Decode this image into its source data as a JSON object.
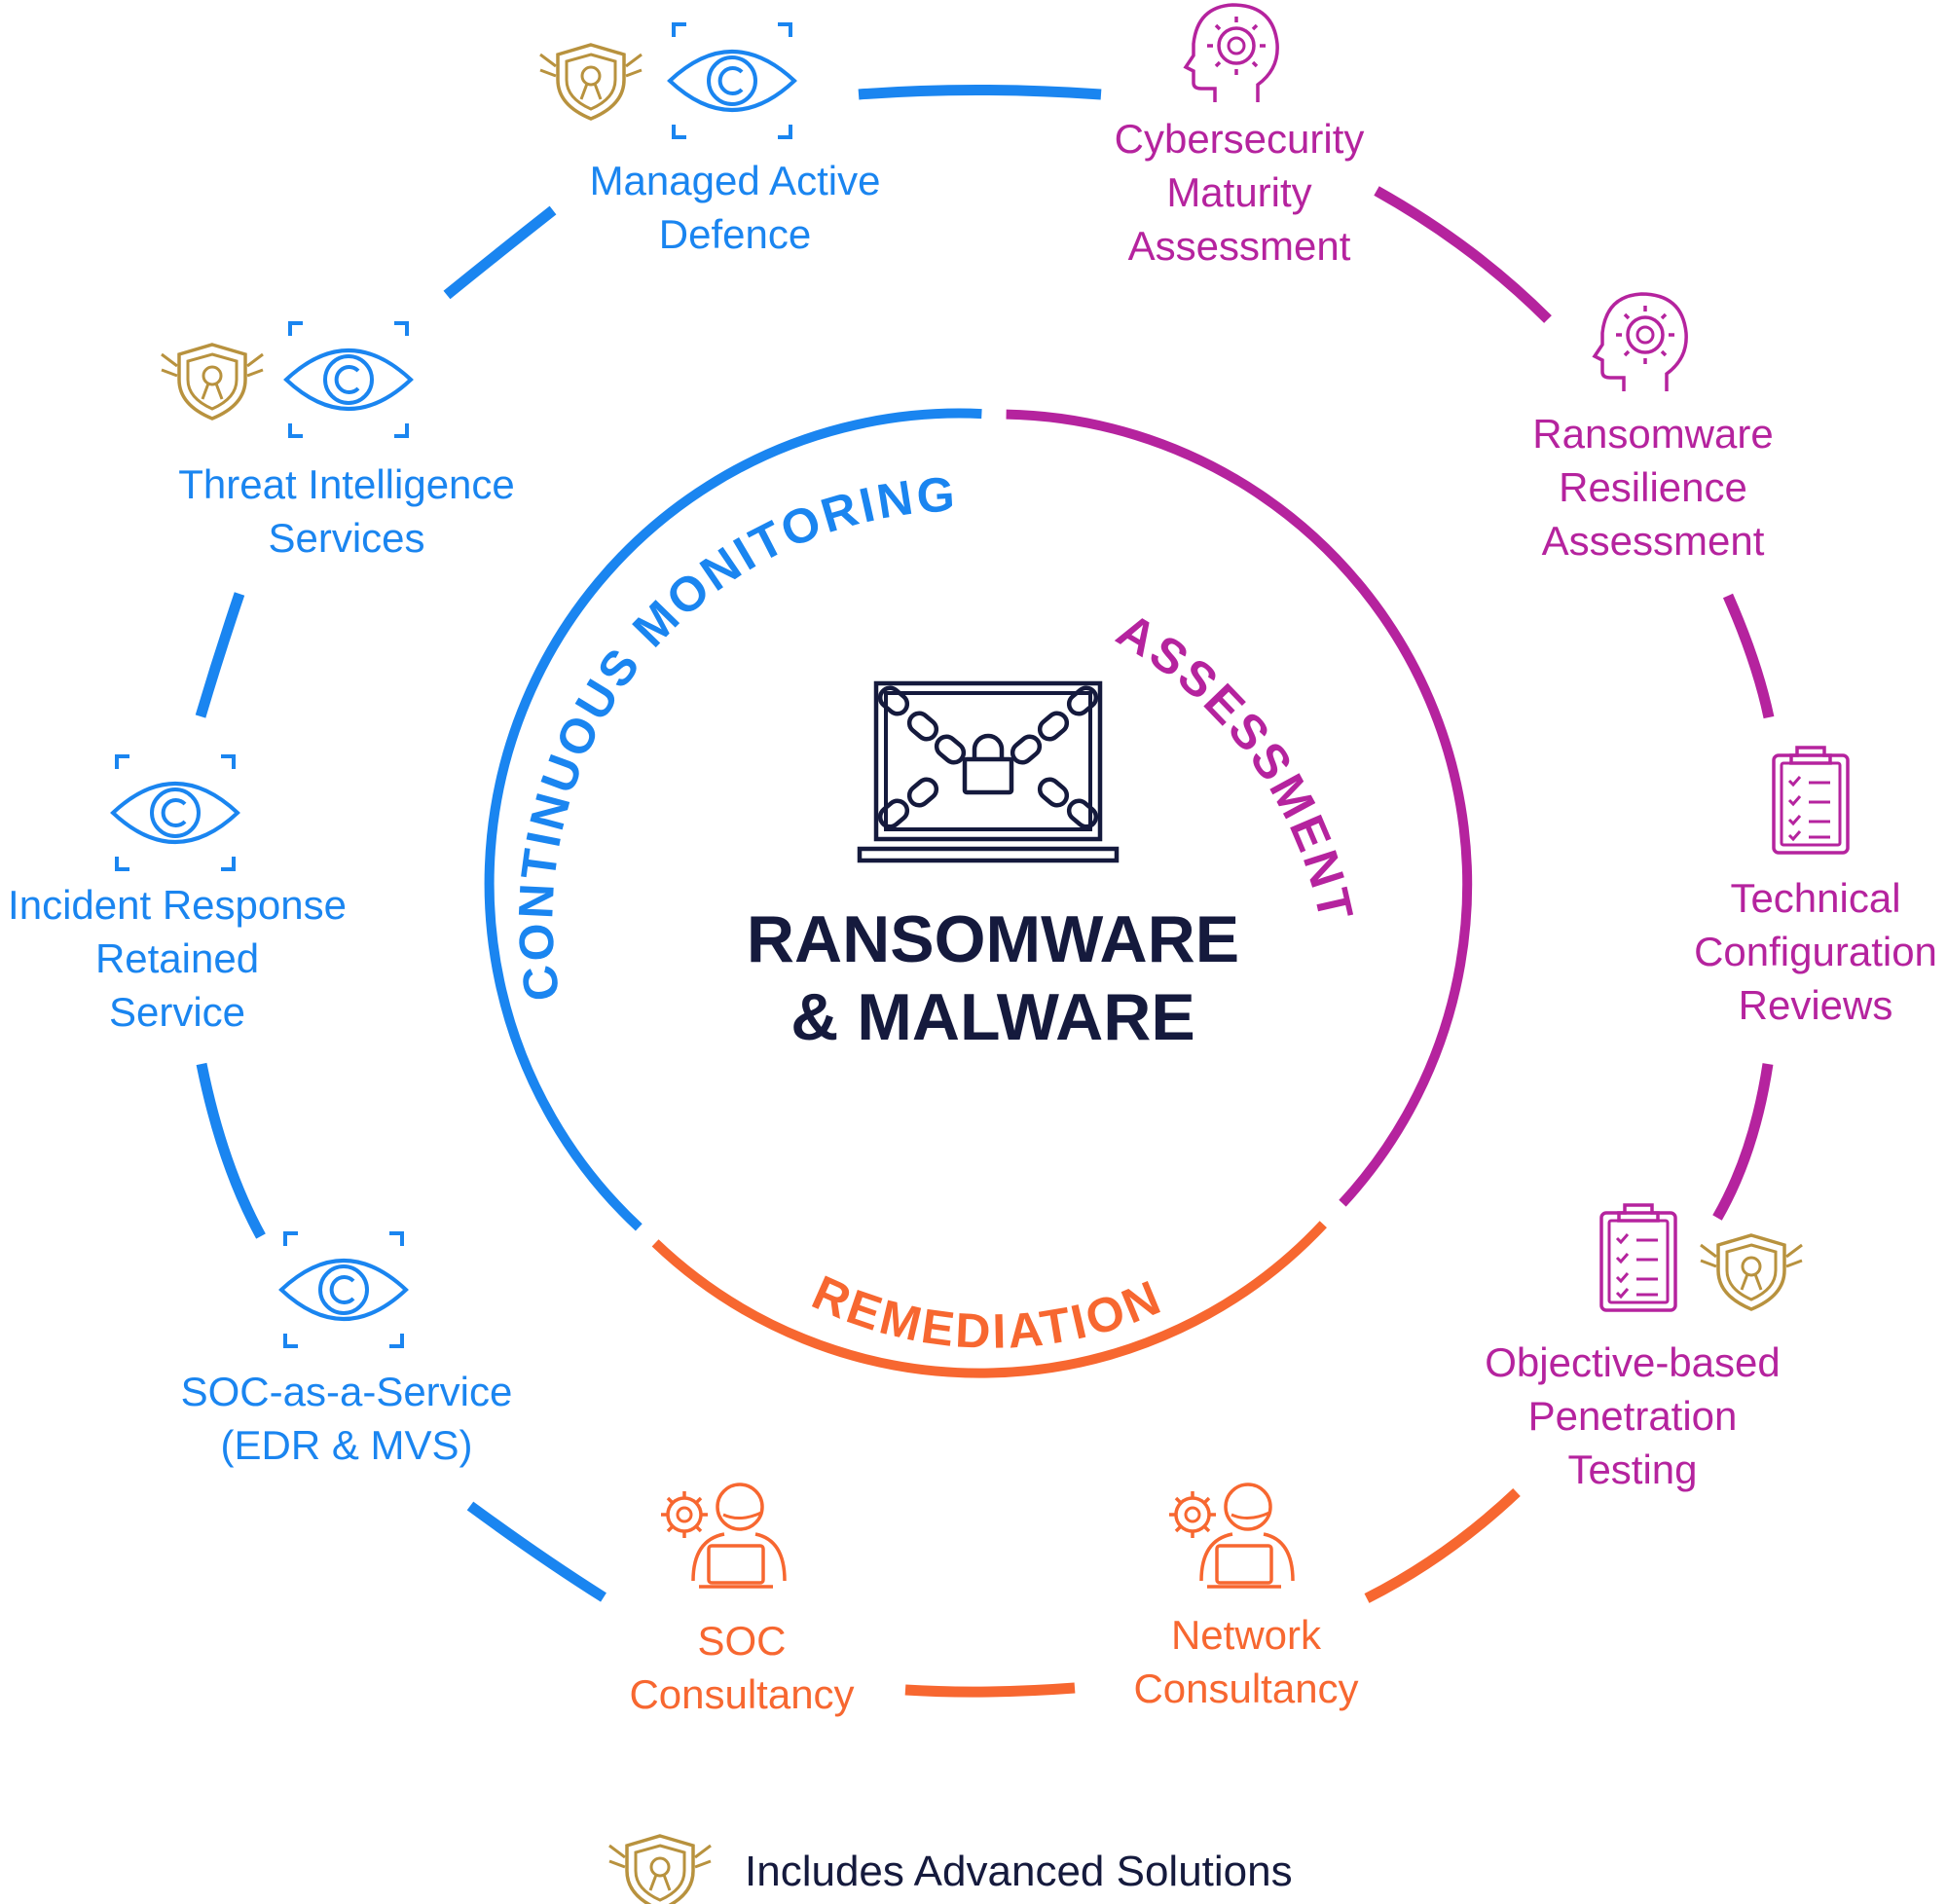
{
  "colors": {
    "blue": "#1a85f0",
    "magenta": "#b5239e",
    "orange": "#f76730",
    "gold": "#b8923e",
    "navy": "#151a3d"
  },
  "center": {
    "icon": "laptop-chained-lock-icon",
    "title_lines": [
      "RANSOMWARE",
      "& MALWARE"
    ]
  },
  "phases": {
    "monitoring": "CONTINUOUS MONITORING",
    "assessment": "ASSESSMENT",
    "remediation": "REMEDIATION"
  },
  "nodes": [
    {
      "id": "managed-active-defence",
      "lines": [
        "Managed Active",
        "Defence"
      ],
      "color": "blue",
      "icon": "eye-scan-icon",
      "advanced": true
    },
    {
      "id": "cybersecurity-maturity-assessment",
      "lines": [
        "Cybersecurity",
        "Maturity",
        "Assessment"
      ],
      "color": "magenta",
      "icon": "head-gear-icon",
      "advanced": false
    },
    {
      "id": "ransomware-resilience-assessment",
      "lines": [
        "Ransomware",
        "Resilience",
        "Assessment"
      ],
      "color": "magenta",
      "icon": "head-gear-icon",
      "advanced": false
    },
    {
      "id": "technical-configuration-reviews",
      "lines": [
        "Technical",
        "Configuration",
        "Reviews"
      ],
      "color": "magenta",
      "icon": "clipboard-checklist-icon",
      "advanced": false
    },
    {
      "id": "objective-based-penetration-testing",
      "lines": [
        "Objective-based",
        "Penetration",
        "Testing"
      ],
      "color": "magenta",
      "icon": "clipboard-checklist-icon",
      "advanced": true
    },
    {
      "id": "network-consultancy",
      "lines": [
        "Network",
        "Consultancy"
      ],
      "color": "orange",
      "icon": "consultant-gear-laptop-icon",
      "advanced": false
    },
    {
      "id": "soc-consultancy",
      "lines": [
        "SOC",
        "Consultancy"
      ],
      "color": "orange",
      "icon": "consultant-gear-laptop-icon",
      "advanced": false
    },
    {
      "id": "soc-as-a-service",
      "lines": [
        "SOC-as-a-Service",
        "(EDR & MVS)"
      ],
      "color": "blue",
      "icon": "eye-scan-icon",
      "advanced": false
    },
    {
      "id": "incident-response-retained-service",
      "lines": [
        "Incident Response",
        "Retained",
        "Service"
      ],
      "color": "blue",
      "icon": "eye-scan-icon",
      "advanced": false
    },
    {
      "id": "threat-intelligence-services",
      "lines": [
        "Threat Intelligence",
        "Services"
      ],
      "color": "blue",
      "icon": "eye-scan-icon",
      "advanced": true
    }
  ],
  "legend": {
    "icon": "advanced-shield-icon",
    "text": "Includes Advanced Solutions"
  }
}
